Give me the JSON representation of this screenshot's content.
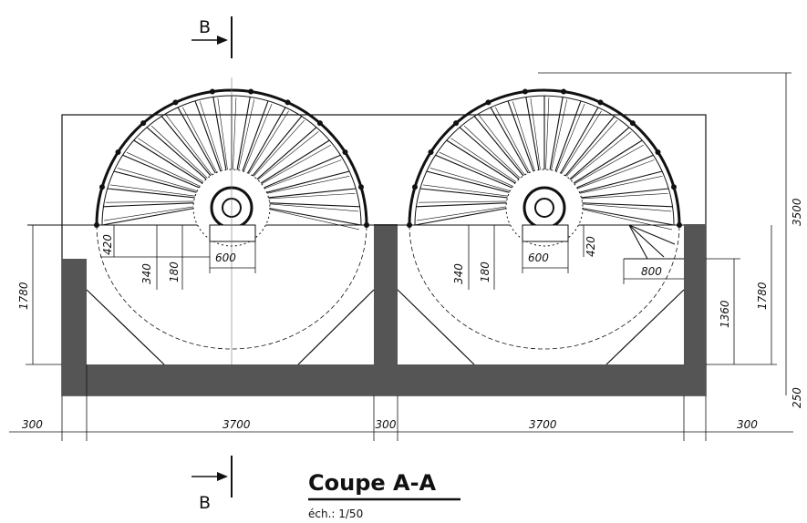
{
  "section_mark": "B",
  "title": "Coupe A-A",
  "scale": "éch.: 1/50",
  "dims": {
    "d420": "420",
    "d340": "340",
    "d180": "180",
    "d600": "600",
    "d800": "800",
    "d1780": "1780",
    "d1360": "1360",
    "d3500": "3500",
    "d250": "250",
    "d300": "300",
    "d3700": "3700"
  },
  "colors": {
    "wall": "#555555",
    "line": "#111111"
  }
}
